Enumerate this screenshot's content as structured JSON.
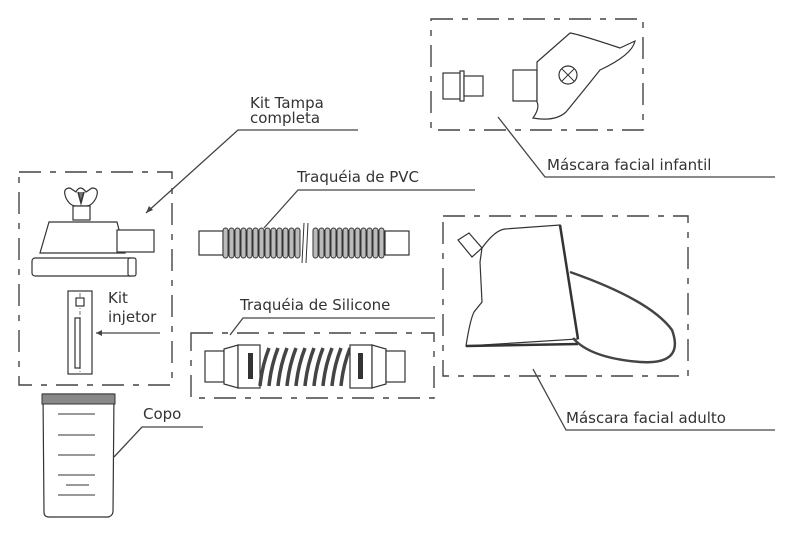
{
  "labels": {
    "kit_tampa_line1": "Kit Tampa",
    "kit_tampa_line2": "completa",
    "traqueia_pvc": "Traquéia de PVC",
    "traqueia_silicone": "Traquéia de Silicone",
    "kit_injetor_line1": "Kit",
    "kit_injetor_line2": "injetor",
    "copo": "Copo",
    "mascara_infantil": "Máscara facial infantil",
    "mascara_adulto": "Máscara facial adulto"
  },
  "colors": {
    "line": "#444444",
    "text": "#333333",
    "rib": "#bbbbbb"
  }
}
